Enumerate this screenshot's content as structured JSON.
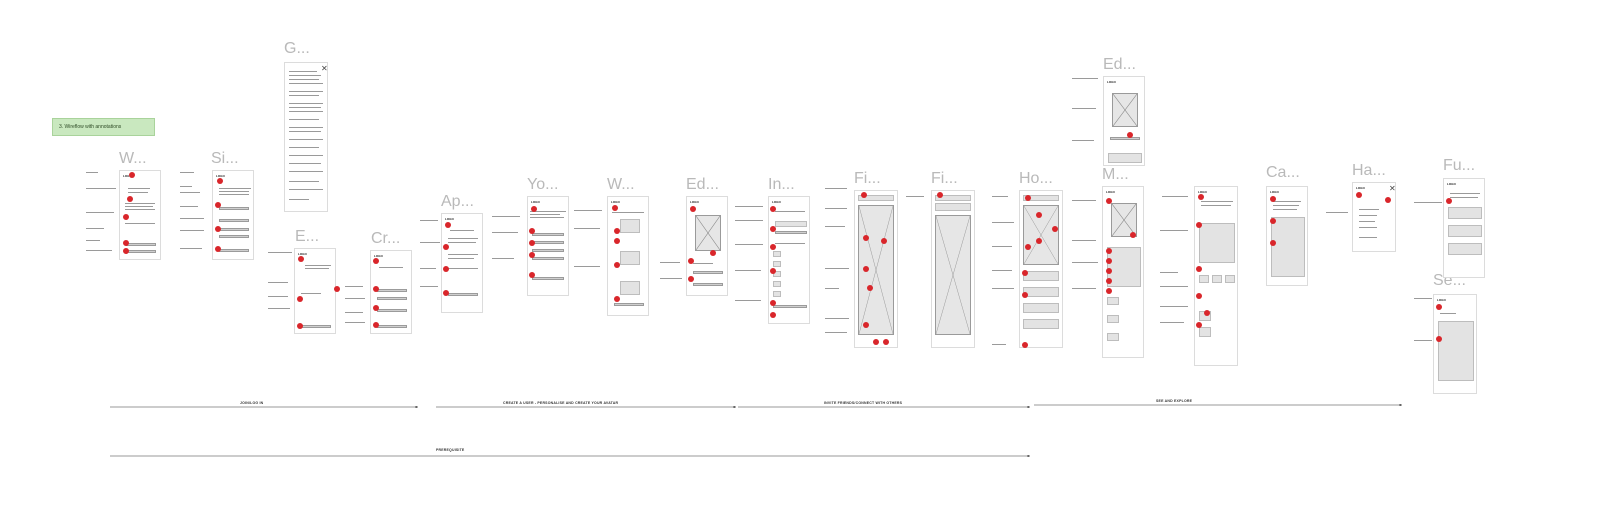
{
  "section": {
    "label": "3. Wireflow with annotations"
  },
  "frames": [
    {
      "id": "w1",
      "title": "W..."
    },
    {
      "id": "si",
      "title": "Si..."
    },
    {
      "id": "g",
      "title": "G..."
    },
    {
      "id": "e",
      "title": "E..."
    },
    {
      "id": "cr",
      "title": "Cr..."
    },
    {
      "id": "ap",
      "title": "Ap..."
    },
    {
      "id": "yo",
      "title": "Yo..."
    },
    {
      "id": "w2",
      "title": "W..."
    },
    {
      "id": "ed1",
      "title": "Ed..."
    },
    {
      "id": "in",
      "title": "In..."
    },
    {
      "id": "fi1",
      "title": "Fi..."
    },
    {
      "id": "fi2",
      "title": "Fi..."
    },
    {
      "id": "ho",
      "title": "Ho..."
    },
    {
      "id": "ed2",
      "title": "Ed..."
    },
    {
      "id": "m",
      "title": "M..."
    },
    {
      "id": "ca",
      "title": "Ca..."
    },
    {
      "id": "ha",
      "title": "Ha..."
    },
    {
      "id": "fu",
      "title": "Fu..."
    },
    {
      "id": "se",
      "title": "Se..."
    }
  ],
  "phones": {
    "logo": "LOGO",
    "w1_heading": "SEE THE CHANGE\nBEE FRIENDS",
    "ap_heading": "WELCOME TO\nAPPLICATION",
    "yo_heading": "POLLINATING INSECTS NEED\nBOTH FLOWERS\nAND SHELTER TO SURVIVE",
    "w2_heading": "WHO DO YOU WANT TO BEE?",
    "in_heading": "INVITE YOUR FRIENDS",
    "in_contacts": "INVITE YOUR CONTACTS",
    "ho_heading": "HOW TO MAKE YOUR GREEN\nSPOT BEE-FRIENDLY?",
    "ca_heading": "TAKE A PICTURE\nAND UPLOAD IT TO\nYOUR PROFILE",
    "fu_heading": "FUN FACTS ABOUT\nPOLLINATING INSECTS",
    "se_heading": "SETTINGS"
  },
  "flows": {
    "join": "JOIN/LOG IN",
    "create": "CREATE A USER - PERSONALISE AND CREATE YOUR AVATAR",
    "invite": "INVITE FRIENDS/CONNECT WITH OTHERS",
    "see": "SEE AND EXPLORE",
    "prereq": "PREREQUISITE"
  },
  "colors": {
    "annotation_dot": "#d9262b",
    "section_tag": "#c9e8bf",
    "title_grey": "#b9b9b9"
  }
}
